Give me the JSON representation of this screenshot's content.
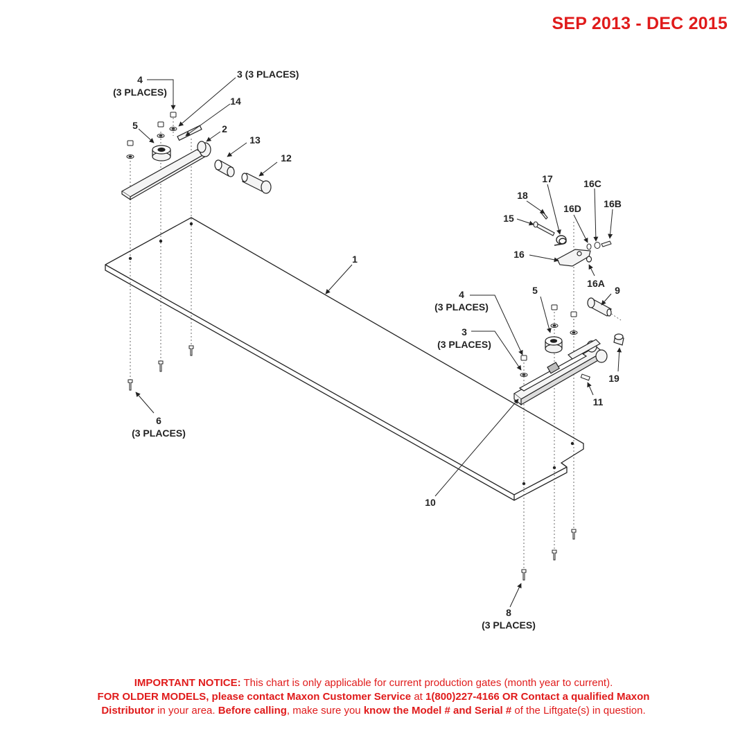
{
  "header": {
    "date_range": "SEP 2013 - DEC 2015"
  },
  "callouts": {
    "c1": "1",
    "c2": "2",
    "c3_top": "3 (3 PLACES)",
    "c4_top": "4",
    "c4_top_places": "(3 PLACES)",
    "c5_left": "5",
    "c6": "6",
    "c6_places": "(3 PLACES)",
    "c12": "12",
    "c13": "13",
    "c14": "14",
    "c17": "17",
    "c18": "18",
    "c16c": "16C",
    "c16b": "16B",
    "c16d": "16D",
    "c15": "15",
    "c16": "16",
    "c16a": "16A",
    "c9": "9",
    "c4_right": "4",
    "c4_right_places": "(3 PLACES)",
    "c5_right": "5",
    "c3_right": "3",
    "c3_right_places": "(3 PLACES)",
    "c19": "19",
    "c11": "11",
    "c10": "10",
    "c8": "8",
    "c8_places": "(3 PLACES)"
  },
  "notice": {
    "line1_bold": "IMPORTANT NOTICE:",
    "line1_text": " This chart is only applicable for current production gates (month year to current).",
    "line2_bold": "FOR OLDER MODELS, please contact Maxon Customer Service",
    "line2_at": " at ",
    "line2_bold2": "1(800)227-4166 OR Contact a qualified Maxon",
    "line3_bold": "Distributor",
    "line3_text1": " in your area. ",
    "line3_bold2": "Before calling",
    "line3_text2": ", make sure you ",
    "line3_bold3": "know the Model # and Serial #",
    "line3_text3": " of the Liftgate(s) in question."
  },
  "colors": {
    "accent_red": "#e01b1b",
    "line": "#222222",
    "part_fill": "#f4f4f4"
  }
}
